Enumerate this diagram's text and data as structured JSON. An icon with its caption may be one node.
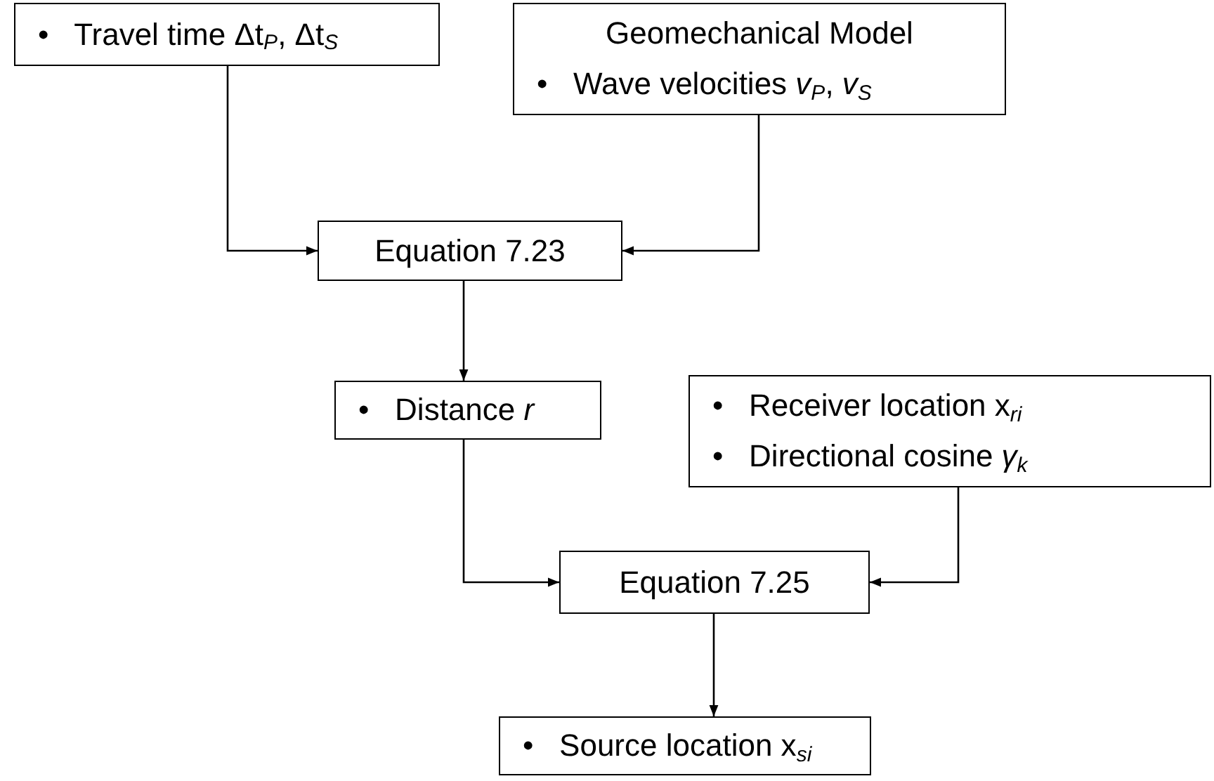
{
  "diagram": {
    "nodes": [
      {
        "text": [
          "•   Travel time Δt$_{P}$, Δt$_{S}$"
        ]
      },
      {
        "text": [
          "Geomechanical Model",
          "•   Wave velocities *v*$_{P}$, *v*$_{S}$"
        ]
      },
      {
        "text": [
          "Equation 7.23"
        ]
      },
      {
        "text": [
          "•   Distance *r*"
        ]
      },
      {
        "text": [
          "•   Receiver location x$_{ri}$",
          "•   Directional cosine *γ*$_{k}$"
        ]
      },
      {
        "text": [
          "Equation 7.25"
        ]
      },
      {
        "text": [
          "•   Source location x$_{si}$"
        ]
      }
    ],
    "edges": [
      {
        "from": 0,
        "to": 2,
        "arrow": "to"
      },
      {
        "from": 1,
        "to": 2,
        "arrow": "to"
      },
      {
        "from": 2,
        "to": 3,
        "arrow": "to"
      },
      {
        "from": 3,
        "to": 5,
        "arrow": "to"
      },
      {
        "from": 4,
        "to": 5,
        "arrow": "to"
      },
      {
        "from": 5,
        "to": 6,
        "arrow": "to"
      }
    ]
  }
}
